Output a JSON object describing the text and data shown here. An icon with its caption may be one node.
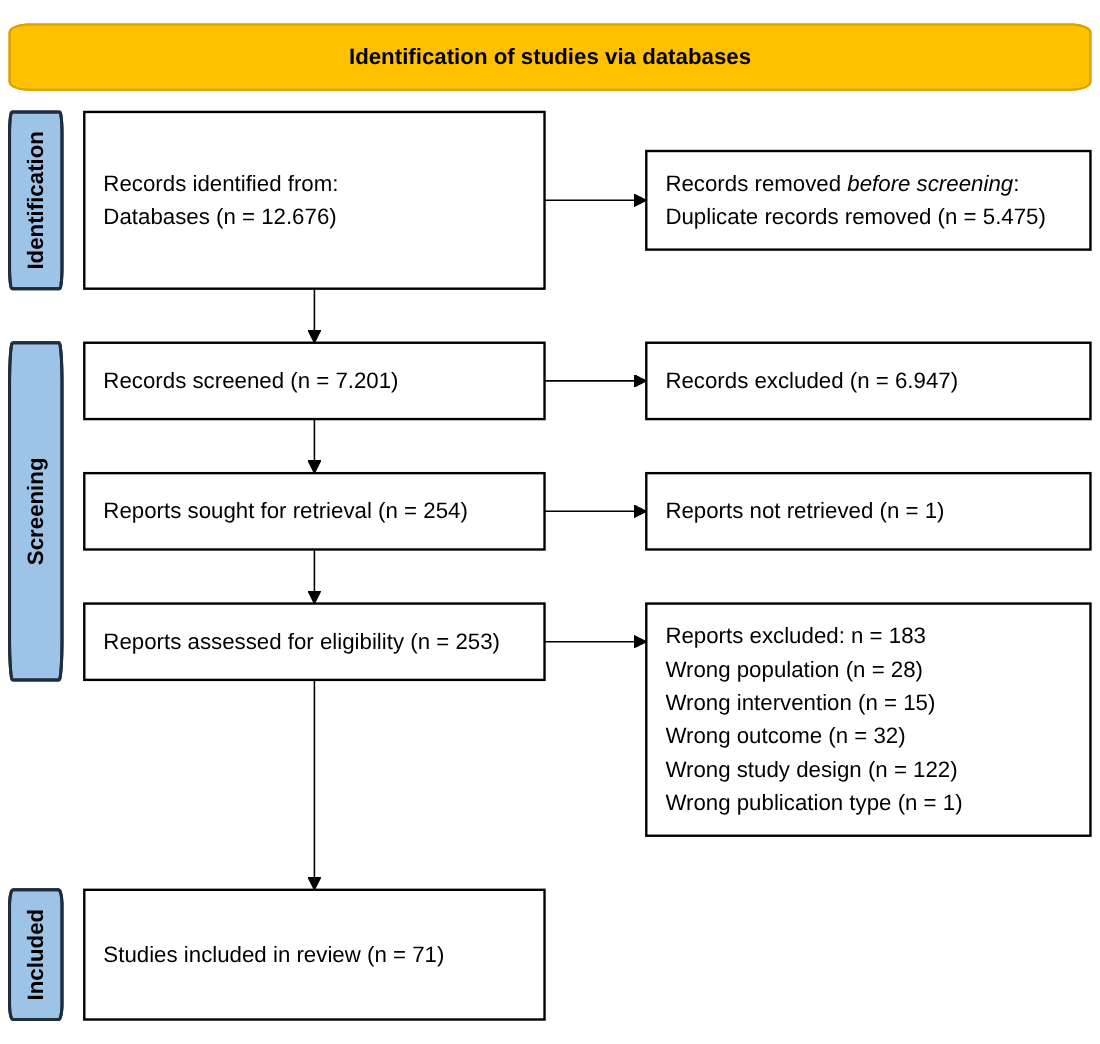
{
  "diagram": {
    "nodes": [
      {
        "text": [
          "Identification of studies via databases"
        ]
      },
      {
        "text": [
          "Identification"
        ]
      },
      {
        "text": [
          "Records identified from:",
          "Databases (n = 12.676)"
        ]
      },
      {
        "text": [
          "Records removed *before screening*:",
          "Duplicate records removed (n = 5.475)"
        ]
      },
      {
        "text": [
          "Screening"
        ]
      },
      {
        "text": [
          "Records screened (n = 7.201)"
        ]
      },
      {
        "text": [
          "Records excluded (n = 6.947)"
        ]
      },
      {
        "text": [
          "Reports sought for retrieval (n = 254)"
        ]
      },
      {
        "text": [
          "Reports not retrieved (n = 1)"
        ]
      },
      {
        "text": [
          "Reports assessed for eligibility (n = 253)"
        ]
      },
      {
        "text": [
          "Reports excluded: n = 183",
          "Wrong population (n = 28)",
          "Wrong intervention (n = 15)",
          "Wrong outcome (n = 32)",
          "Wrong study design (n = 122)",
          "Wrong publication type (n = 1)"
        ]
      },
      {
        "text": [
          "Included"
        ]
      },
      {
        "text": [
          "Studies included in review (n = 71)"
        ]
      }
    ],
    "edges": [
      {
        "from": 2,
        "to": 3,
        "arrow": "to"
      },
      {
        "from": 2,
        "to": 5,
        "arrow": "to"
      },
      {
        "from": 5,
        "to": 6,
        "arrow": "to"
      },
      {
        "from": 5,
        "to": 7,
        "arrow": "to"
      },
      {
        "from": 7,
        "to": 8,
        "arrow": "to"
      },
      {
        "from": 7,
        "to": 9,
        "arrow": "to"
      },
      {
        "from": 9,
        "to": 10,
        "arrow": "to"
      },
      {
        "from": 9,
        "to": 12,
        "arrow": "to"
      }
    ]
  }
}
